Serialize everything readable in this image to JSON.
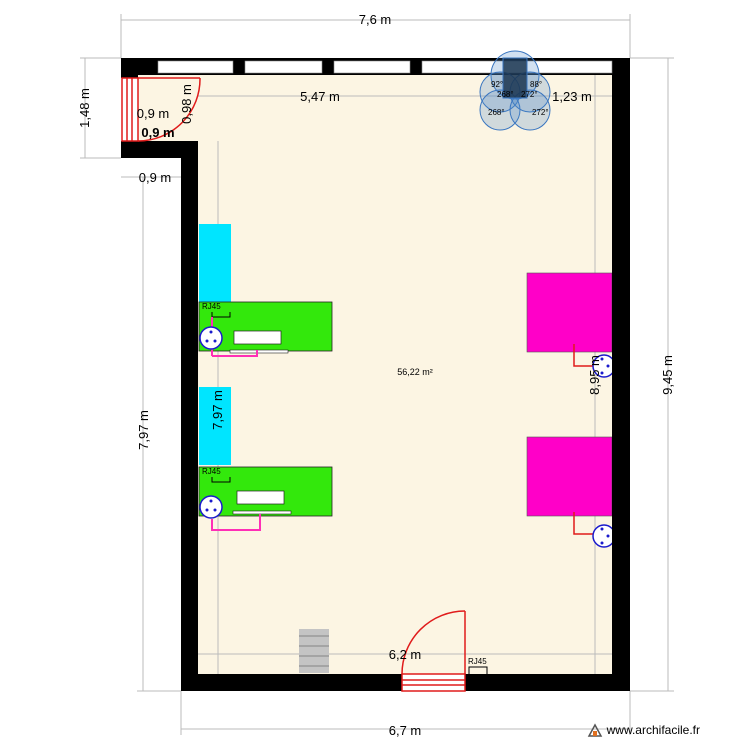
{
  "dimensions": {
    "total_width": "7,6 m",
    "bottom_width": "6,7 m",
    "left_height": "7,97 m",
    "right_height": "9,45 m",
    "nook_height": "1,48 m",
    "nook_width": "0,9 m",
    "inner_top": "5,47 m",
    "inner_top_right": "1,23 m",
    "inner_bottom": "6,2 m",
    "inner_right": "8,95 m",
    "inner_left": "7,97 m",
    "door_height": "0,98 m",
    "door_width_a": "0,9 m",
    "door_width_b": "0,9 m"
  },
  "room": {
    "area": "56,22 m²"
  },
  "labels": {
    "rj45": "RJ45"
  },
  "cameras": {
    "angles": [
      "92°",
      "88°",
      "268°",
      "272°",
      "268°",
      "272°"
    ]
  },
  "watermark": "www.archifacile.fr",
  "colors": {
    "wall": "#000000",
    "floor": "#fcf5e3",
    "desk": "#33e80c",
    "cabinet": "#00e5ff",
    "bed": "#ff00c8",
    "door": "#e01b1b",
    "outlet": "#1a1acc",
    "camera": "#4a86c8"
  }
}
